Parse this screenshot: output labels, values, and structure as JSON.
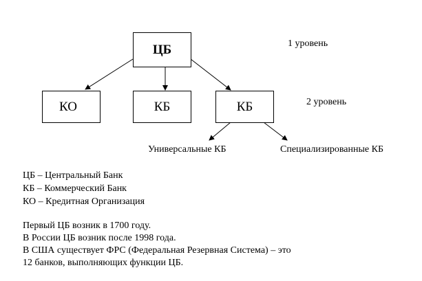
{
  "diagram": {
    "root": "ЦБ",
    "level1_label": "1 уровень",
    "level2_label": "2 уровень",
    "children": [
      "КО",
      "КБ",
      "КБ"
    ],
    "kb_subtypes": [
      "Универсальные КБ",
      "Специализированные КБ"
    ]
  },
  "legend": [
    "ЦБ – Центральный Банк",
    "КБ – Коммерческий Банк",
    "КО – Кредитная Организация"
  ],
  "notes": [
    "Первый ЦБ возник в 1700 году.",
    "В России ЦБ возник после 1998 года.",
    "В США существует ФРС (Федеральная Резервная Система) – это",
    "12 банков, выполняющих функции ЦБ."
  ]
}
